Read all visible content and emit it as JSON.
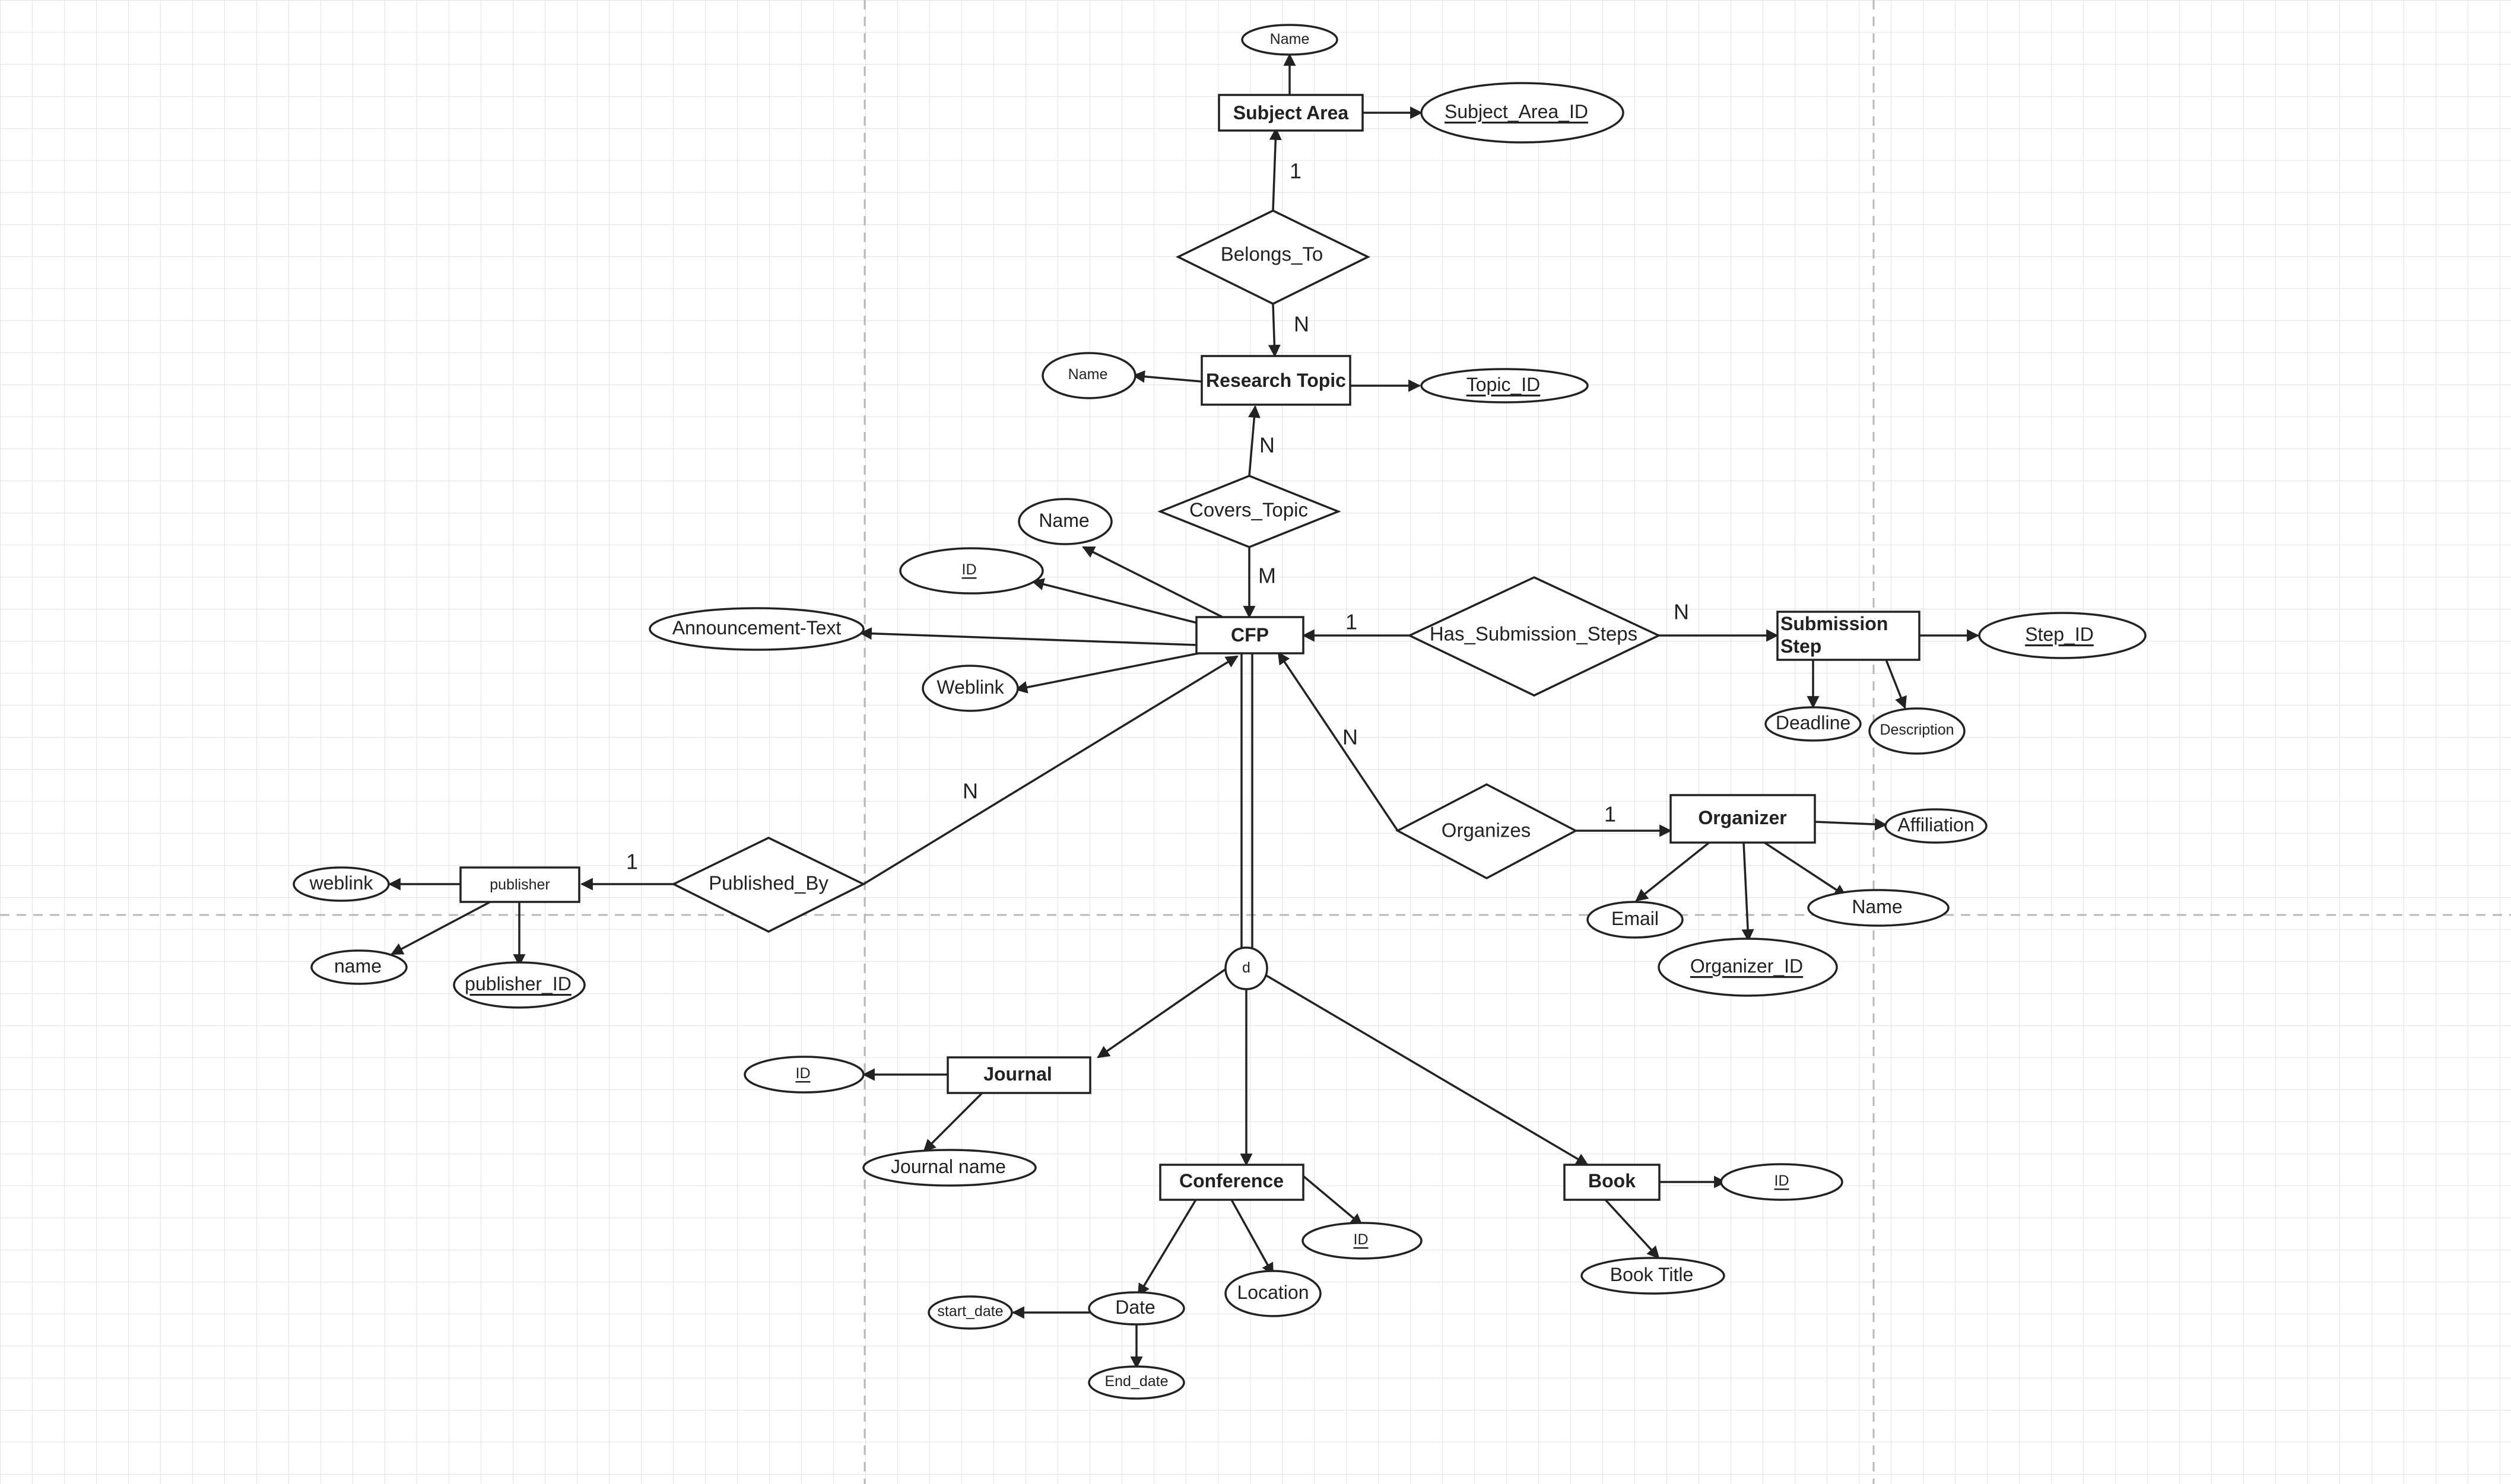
{
  "colors": {
    "stroke": "#222222",
    "grid": "#e3e3e3",
    "background": "#ffffff"
  },
  "entities": {
    "subject_area": "Subject Area",
    "research_topic": "Research Topic",
    "cfp": "CFP",
    "submission_step_line1": "Submission",
    "submission_step_line2": "Step",
    "organizer": "Organizer",
    "publisher": "publisher",
    "journal": "Journal",
    "conference": "Conference",
    "book": "Book"
  },
  "relationships": {
    "belongs_to": "Belongs_To",
    "covers_topic": "Covers_Topic",
    "has_submission_steps": "Has_Submission_Steps",
    "organizes": "Organizes",
    "published_by": "Published_By"
  },
  "specialization": {
    "symbol": "d"
  },
  "attributes": {
    "subject_area_name": "Name",
    "subject_area_id": "Subject_Area_ID",
    "topic_name": "Name",
    "topic_id": "Topic_ID",
    "cfp_name": "Name",
    "cfp_id": "ID",
    "cfp_announcement": "Announcement-Text",
    "cfp_weblink": "Weblink",
    "step_id": "Step_ID",
    "step_deadline": "Deadline",
    "step_description": "Description",
    "organizer_affiliation": "Affiliation",
    "organizer_email": "Email",
    "organizer_name": "Name",
    "organizer_id": "Organizer_ID",
    "publisher_weblink": "weblink",
    "publisher_name": "name",
    "publisher_id": "publisher_ID",
    "journal_id": "ID",
    "journal_name": "Journal name",
    "conference_id": "ID",
    "conference_location": "Location",
    "conference_date": "Date",
    "conference_start_date": "start_date",
    "conference_end_date": "End_date",
    "book_id": "ID",
    "book_title": "Book Title"
  },
  "cardinalities": {
    "belongs_to_subject": "1",
    "belongs_to_topic": "N",
    "covers_topic_topic": "N",
    "covers_topic_cfp": "M",
    "has_steps_cfp": "1",
    "has_steps_step": "N",
    "organizes_cfp": "N",
    "organizes_organizer": "1",
    "published_by_cfp": "N",
    "published_by_publisher": "1"
  }
}
